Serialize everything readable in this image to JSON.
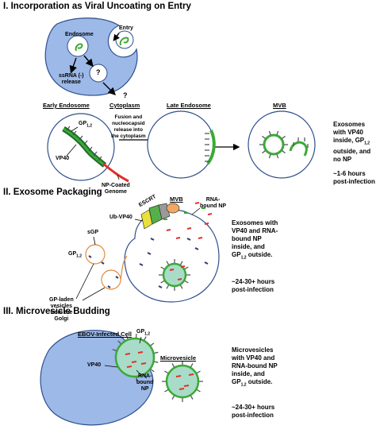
{
  "section1": {
    "title": "I. Incorporation  as Viral Uncoating on Entry",
    "endosome_label": "Endosome",
    "entry_label": "Entry",
    "ssrna_label": "ssRNA (-)\nrelease",
    "question_label": "?",
    "question_outside": "?",
    "early_endosome": "Early Endosome",
    "cytoplasm": "Cytoplasm",
    "late_endosome": "Late Endosome",
    "mvb": "MVB",
    "gp_label": "GP",
    "gp_sub": "1,2",
    "vp40_label": "VP40",
    "np_genome_label": "NP-Coated\nGenome",
    "fusion_label": "Fusion and\nnucleocapsid\nrelease into\nthe cytoplasm",
    "side_text_1": "Exosomes\nwith VP40\ninside, GP",
    "side_sub": "1,2",
    "side_text_2": "outside, and\nno NP",
    "side_time": "~1-6 hours\npost-infection"
  },
  "section2": {
    "title": "II. Exosome Packaging",
    "mvb": "MVB",
    "escrt": "ESCRT",
    "ub_vp40": "Ub-VP40",
    "rna_np": "RNA-\nbound NP",
    "sgp": "sGP",
    "gp_label": "GP",
    "gp_sub": "1,2",
    "vesicles": "GP-laden\nvesicles\nfrom the\nGolgi",
    "side_text_1": "Exosomes with\nVP40 and RNA-\nbound  NP\ninside, and\nGP",
    "side_sub": "1,2",
    "side_text_2": " outside.",
    "side_time": "~24-30+ hours\npost-infection"
  },
  "section3": {
    "title": "III. Microvesicle Budding",
    "cell_label": "EBOV-Infected Cell",
    "microvesicle": "Microvesicle",
    "gp_label": "GP",
    "gp_sub": "1,2",
    "vp40_label": "VP40",
    "rna_np": "RNA-\nbound\nNP",
    "side_text_1": "Microvesicles\nwith VP40 and\nRNA-bound  NP\ninside, and\nGP",
    "side_sub": "1,2",
    "side_text_2": " outside.",
    "side_time": "~24-30+ hours\npost-infection"
  },
  "colors": {
    "cell_blue": "#9DB9E8",
    "outline_blue": "#2E4F8C",
    "membrane_green": "#3BAA35",
    "dark_green": "#1F6E2A",
    "exosome_fill": "#A8DCC8",
    "np_red": "#E0302A",
    "spike_gray": "#4A4A5A",
    "vesicle_orange": "#E08A3C",
    "escrt_yellow": "#E9E03A",
    "escrt_green": "#55B04A",
    "escrt_gray": "#9A9A9A"
  }
}
